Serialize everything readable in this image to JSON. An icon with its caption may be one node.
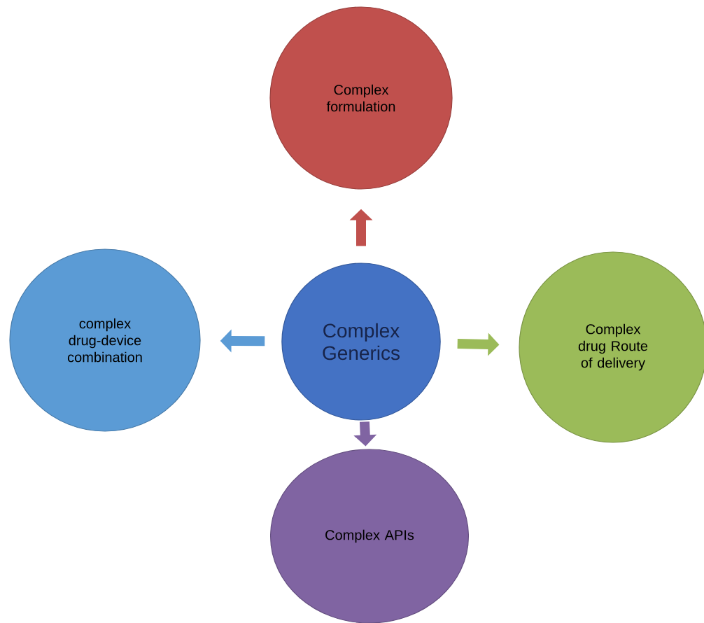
{
  "diagram": {
    "nodes": [
      {
        "text": [
          "Complex formulation"
        ]
      },
      {
        "text": [
          "complex drug-device combination"
        ]
      },
      {
        "text": [
          "Complex Generics"
        ]
      },
      {
        "text": [
          "Complex drug Route of delivery"
        ]
      },
      {
        "text": [
          "Complex APIs"
        ]
      }
    ],
    "edges": [
      {
        "from": 2,
        "to": 0,
        "arrow": "to",
        "color": "#c0504d"
      },
      {
        "from": 2,
        "to": 1,
        "arrow": "to",
        "color": "#5b9bd5"
      },
      {
        "from": 2,
        "to": 3,
        "arrow": "to",
        "color": "#9bbb59"
      },
      {
        "from": 2,
        "to": 4,
        "arrow": "to",
        "color": "#8064a2"
      }
    ]
  }
}
